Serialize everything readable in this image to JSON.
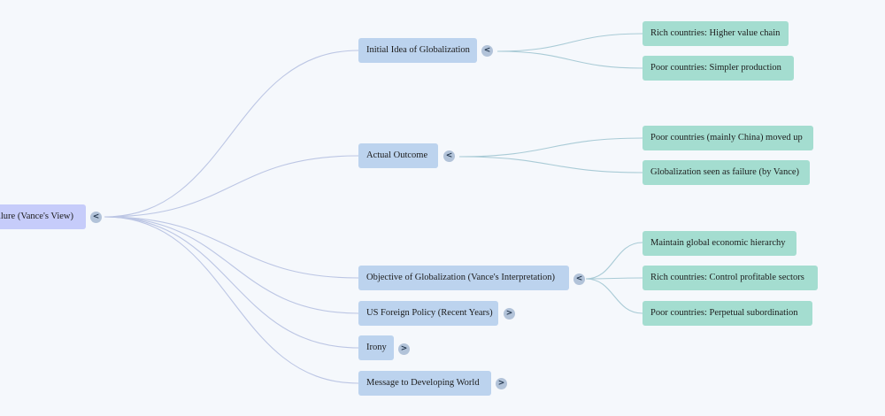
{
  "root": {
    "label": "Globalization as Failure (Vance's View)",
    "toggle": "<"
  },
  "branches": [
    {
      "label": "Initial Idea of Globalization",
      "toggle": "<",
      "children": [
        "Rich countries: Higher value chain",
        "Poor countries: Simpler production"
      ]
    },
    {
      "label": "Actual Outcome",
      "toggle": "<",
      "children": [
        "Poor countries (mainly China) moved up",
        "Globalization seen as failure (by Vance)"
      ]
    },
    {
      "label": "Objective of Globalization (Vance's Interpretation)",
      "toggle": "<",
      "children": [
        "Maintain global economic hierarchy",
        "Rich countries: Control profitable sectors",
        "Poor countries: Perpetual subordination"
      ]
    },
    {
      "label": "US Foreign Policy (Recent Years)",
      "toggle": ">",
      "children": []
    },
    {
      "label": "Irony",
      "toggle": ">",
      "children": []
    },
    {
      "label": "Message to Developing World",
      "toggle": ">",
      "children": []
    }
  ],
  "colors": {
    "root_fill": "#c6ccfa",
    "branch_fill": "#bcd3ee",
    "leaf_fill": "#a4ddd0",
    "root_link": "#bcc6e4",
    "leaf_link": "#a9cbd6",
    "background": "#f5f8fc"
  }
}
